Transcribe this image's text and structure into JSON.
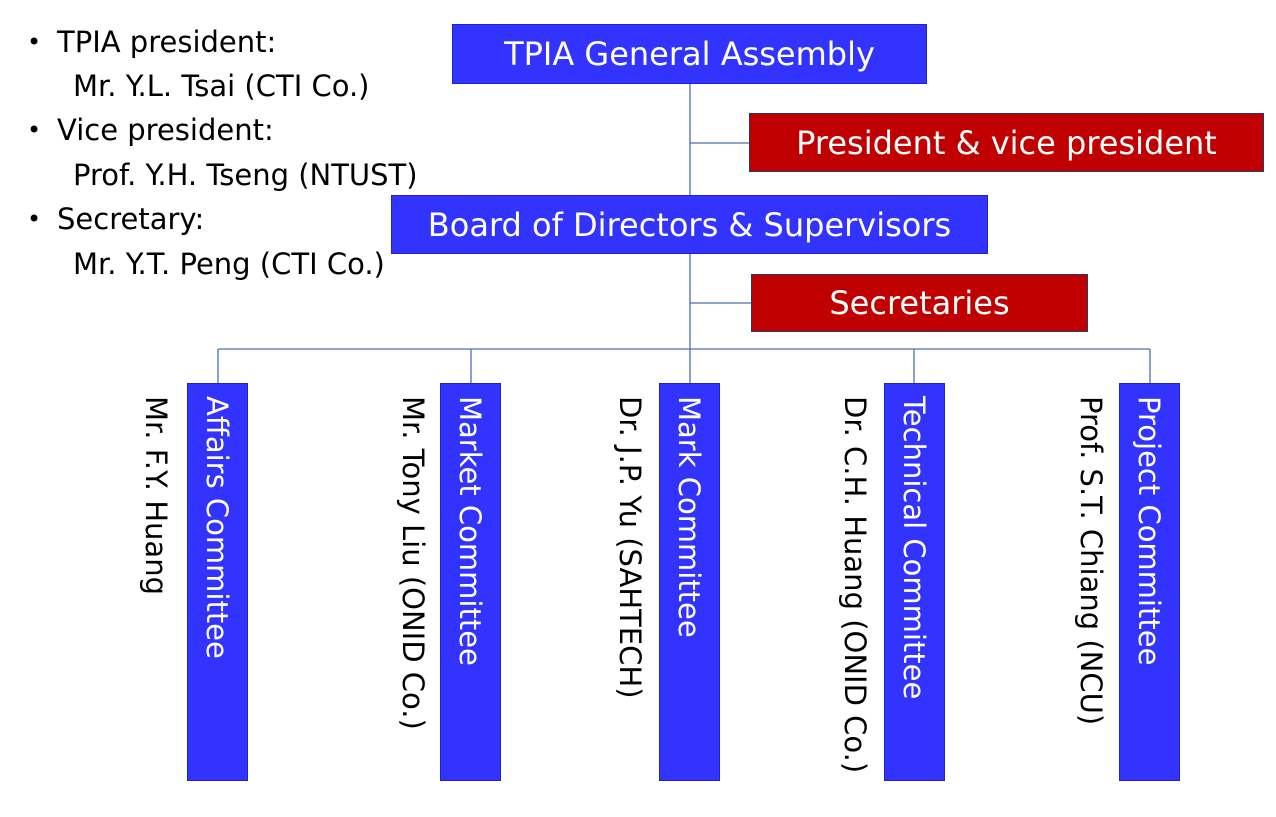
{
  "info": [
    {
      "role": "TPIA president:",
      "person": "Mr. Y.L. Tsai (CTI Co.)"
    },
    {
      "role": "Vice president:",
      "person": "Prof. Y.H. Tseng (NTUST)"
    },
    {
      "role": "Secretary:",
      "person": "Mr. Y.T. Peng (CTI Co.)"
    }
  ],
  "bullet_glyph": "•",
  "boxes": {
    "assembly": "TPIA General Assembly",
    "president": "President & vice president",
    "board": "Board of Directors & Supervisors",
    "secretaries": "Secretaries"
  },
  "committees": [
    {
      "name": "Affairs Committee",
      "chair": "Mr. F.Y. Huang"
    },
    {
      "name": "Market Committee",
      "chair": "Mr. Tony Liu (ONID Co.)"
    },
    {
      "name": "Mark Committee",
      "chair": "Dr. J.P. Yu (SAHTECH)"
    },
    {
      "name": "Technical Committee",
      "chair": "Dr. C.H. Huang (ONID Co.)"
    },
    {
      "name": "Project Committee",
      "chair": "Prof. S.T. Chiang (NCU)"
    }
  ],
  "colors": {
    "blue_box": "#3333ff",
    "red_box": "#c00000",
    "connector": "#4a6fb5"
  }
}
